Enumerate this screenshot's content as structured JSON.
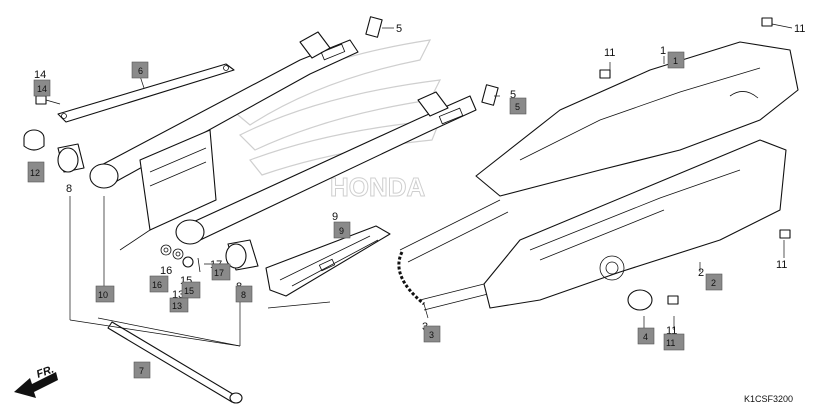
{
  "diagram_code": "K1CSF3200",
  "front_marker": "FR.",
  "ghost_logo": "HONDA",
  "callouts": {
    "c1": "1",
    "c2": "2",
    "c3": "3",
    "c4": "4",
    "c5a": "5",
    "c5b": "5",
    "c6": "6",
    "c7": "7",
    "c8a": "8",
    "c8b": "8",
    "c9": "9",
    "c10": "10",
    "c11a": "11",
    "c11b": "11",
    "c11c": "11",
    "c11d": "11",
    "c12": "12",
    "c13": "13",
    "c14": "14",
    "c15": "15",
    "c16": "16",
    "c17": "17"
  },
  "colors": {
    "box": "#8a8a8a",
    "line": "#111111",
    "ghost": "#cfcfcf"
  }
}
